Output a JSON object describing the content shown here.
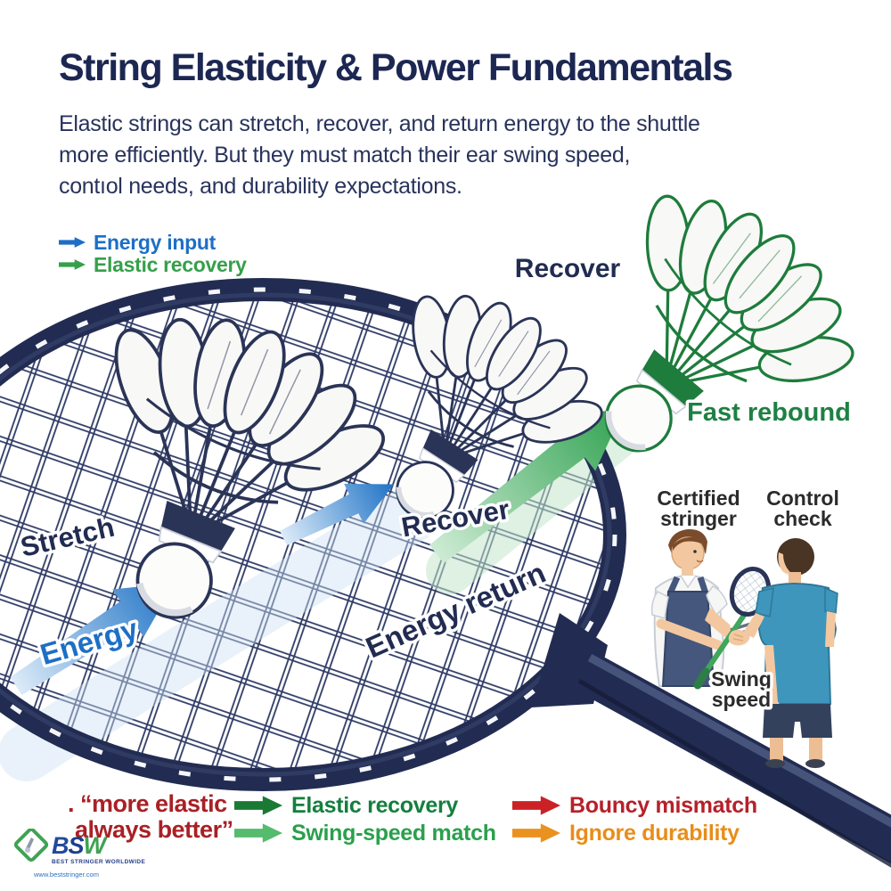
{
  "header": {
    "title": "String Elasticity & Power Fundamentals",
    "subtitle_lines": [
      "Elastic strings can stretch, recover, and return energy to the shuttle",
      "more efficiently. But they must match their ear swing speed,",
      "contıol needs, and durability expectations."
    ]
  },
  "legend_top": {
    "items": [
      {
        "label": "Energy input",
        "color": "#1d6fc6"
      },
      {
        "label": "Elastic recovery",
        "color": "#35a04a"
      }
    ]
  },
  "racket_labels": {
    "stretch": "Stretch",
    "energy": "Energy",
    "recover": "Recover",
    "energy_return": "Energy return"
  },
  "shuttle_labels": {
    "recover_top": "Recover",
    "fast_rebound": "Fast rebound"
  },
  "consult_labels": {
    "certified": [
      "Certified",
      "stringer"
    ],
    "control": [
      "Control",
      "check"
    ],
    "swing": [
      "Swing",
      "speed"
    ]
  },
  "legend_bottom": {
    "myth_lines": [
      ". “more elastic",
      "always better”"
    ],
    "myth_color": "#a92025",
    "items": [
      {
        "label": "Elastic recovery",
        "arrow_color": "#1a7a33",
        "text_color": "#147f3e"
      },
      {
        "label": "Swing-speed match",
        "arrow_color": "#55bb6d",
        "text_color": "#2aa04c"
      },
      {
        "label": "Bouncy mismatch",
        "arrow_color": "#cc2027",
        "text_color": "#b7202a"
      },
      {
        "label": "Ignore durability",
        "arrow_color": "#ea921f",
        "text_color": "#e88d1a"
      }
    ]
  },
  "logo": {
    "name": "BSW",
    "letters": [
      "B",
      "S",
      "W"
    ],
    "tagline": "BEST STRINGER WORLDWIDE",
    "url": "www.beststringer.com"
  },
  "palette": {
    "navy_frame": "#222c52",
    "string_navy": "#2e3a66",
    "arrow_blue": "#1e72c6",
    "arrow_green": "#2fa14f",
    "title_navy": "#1c2752"
  }
}
